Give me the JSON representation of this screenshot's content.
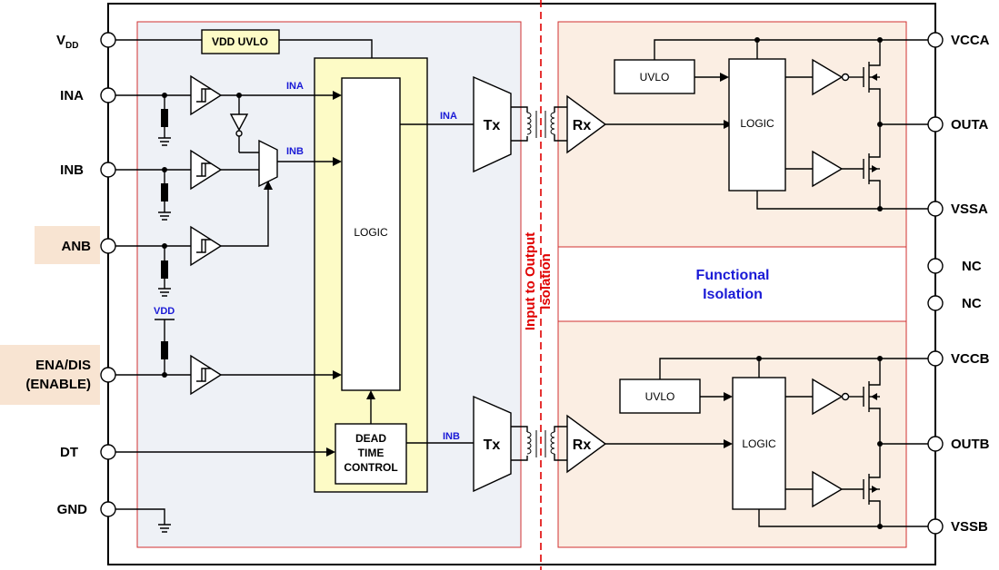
{
  "pins_left": {
    "vdd_main": "V",
    "vdd_sub": "DD",
    "ina": "INA",
    "inb": "INB",
    "anb": "ANB",
    "ena_line1": "ENA/DIS",
    "ena_line2": "(ENABLE)",
    "dt": "DT",
    "gnd": "GND"
  },
  "pins_right": {
    "vcca": "VCCA",
    "outa": "OUTA",
    "vssa": "VSSA",
    "nc1": "NC",
    "nc2": "NC",
    "vccb": "VCCB",
    "outb": "OUTB",
    "vssb": "VSSB"
  },
  "blocks": {
    "vdd_uvlo": "VDD UVLO",
    "logic_main": "LOGIC",
    "dead_time_1": "DEAD",
    "dead_time_2": "TIME",
    "dead_time_3": "CONTROL",
    "tx_a": "Tx",
    "tx_b": "Tx",
    "rx_a": "Rx",
    "rx_b": "Rx",
    "uvlo_a": "UVLO",
    "uvlo_b": "UVLO",
    "logic_a": "LOGIC",
    "logic_b": "LOGIC"
  },
  "signals": {
    "ina_1": "INA",
    "inb_1": "INB",
    "ina_2": "INA",
    "inb_2": "INB",
    "vdd_pullup": "VDD"
  },
  "labels": {
    "functional_isolation_1": "Functional",
    "functional_isolation_2": "Isolation",
    "isolation_1": "Input to Output",
    "isolation_2": "Isolation"
  },
  "colors": {
    "input_region": "#eef1f6",
    "output_region": "#fbeee3",
    "logic_region": "#fdfbc6",
    "uvlo_box": "#fdfbc6",
    "pin_highlight": "#f8e4d2",
    "isolation_red": "#e00000",
    "signal_blue": "#1a1ad6"
  }
}
